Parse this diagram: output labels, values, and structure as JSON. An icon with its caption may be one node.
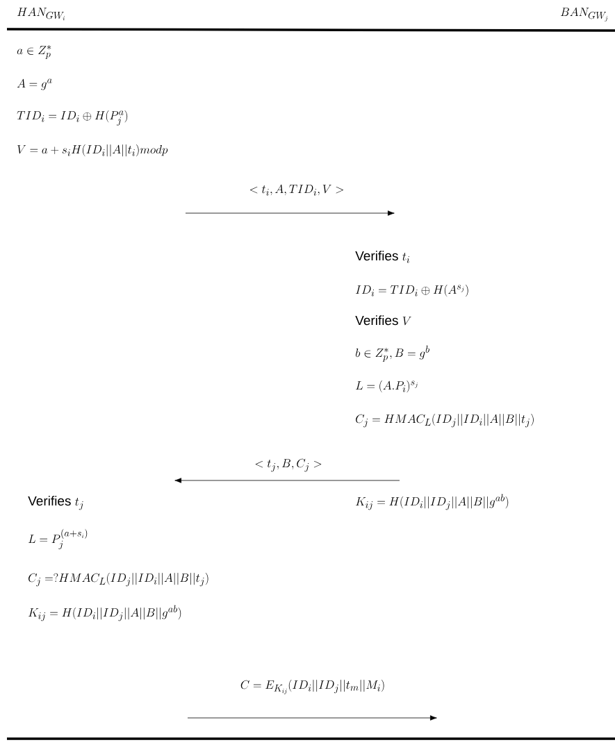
{
  "diagram": {
    "labels": [
      "HAN_{GW_i}",
      "BAN_{GW_j}",
      "a \\in Z_p^*",
      "A = g^a",
      "TID_i = ID_i \\oplus H(P_j^a)",
      "V = a + s_i H(ID_i||A||t_i) mod p",
      "< t_i, A, TID_i, V >",
      "\\text{Verifies } t_i",
      "ID_i = TID_i \\oplus H(A^{s_j})",
      "\\text{Verifies } V",
      "b \\in Z_p^*, B = g^b",
      "L = (A.P_i)^{s_j}",
      "C_j = HMAC_L(ID_j||ID_i||A||B||t_j)",
      "< t_j, B, C_j >",
      "\\text{Verifies } t_j",
      "K_{ij} = H(ID_i||ID_j||A||B||g^{ab})",
      "L = P_j^{(a+s_i)}",
      "C_j =? HMAC_L(ID_j||ID_i||A||B||t_j)",
      "K_{ij} = H(ID_i||ID_j||A||B||g^{ab})",
      "C = E_{K_{ij}}(ID_i||ID_j||t_m||M_i)"
    ]
  }
}
